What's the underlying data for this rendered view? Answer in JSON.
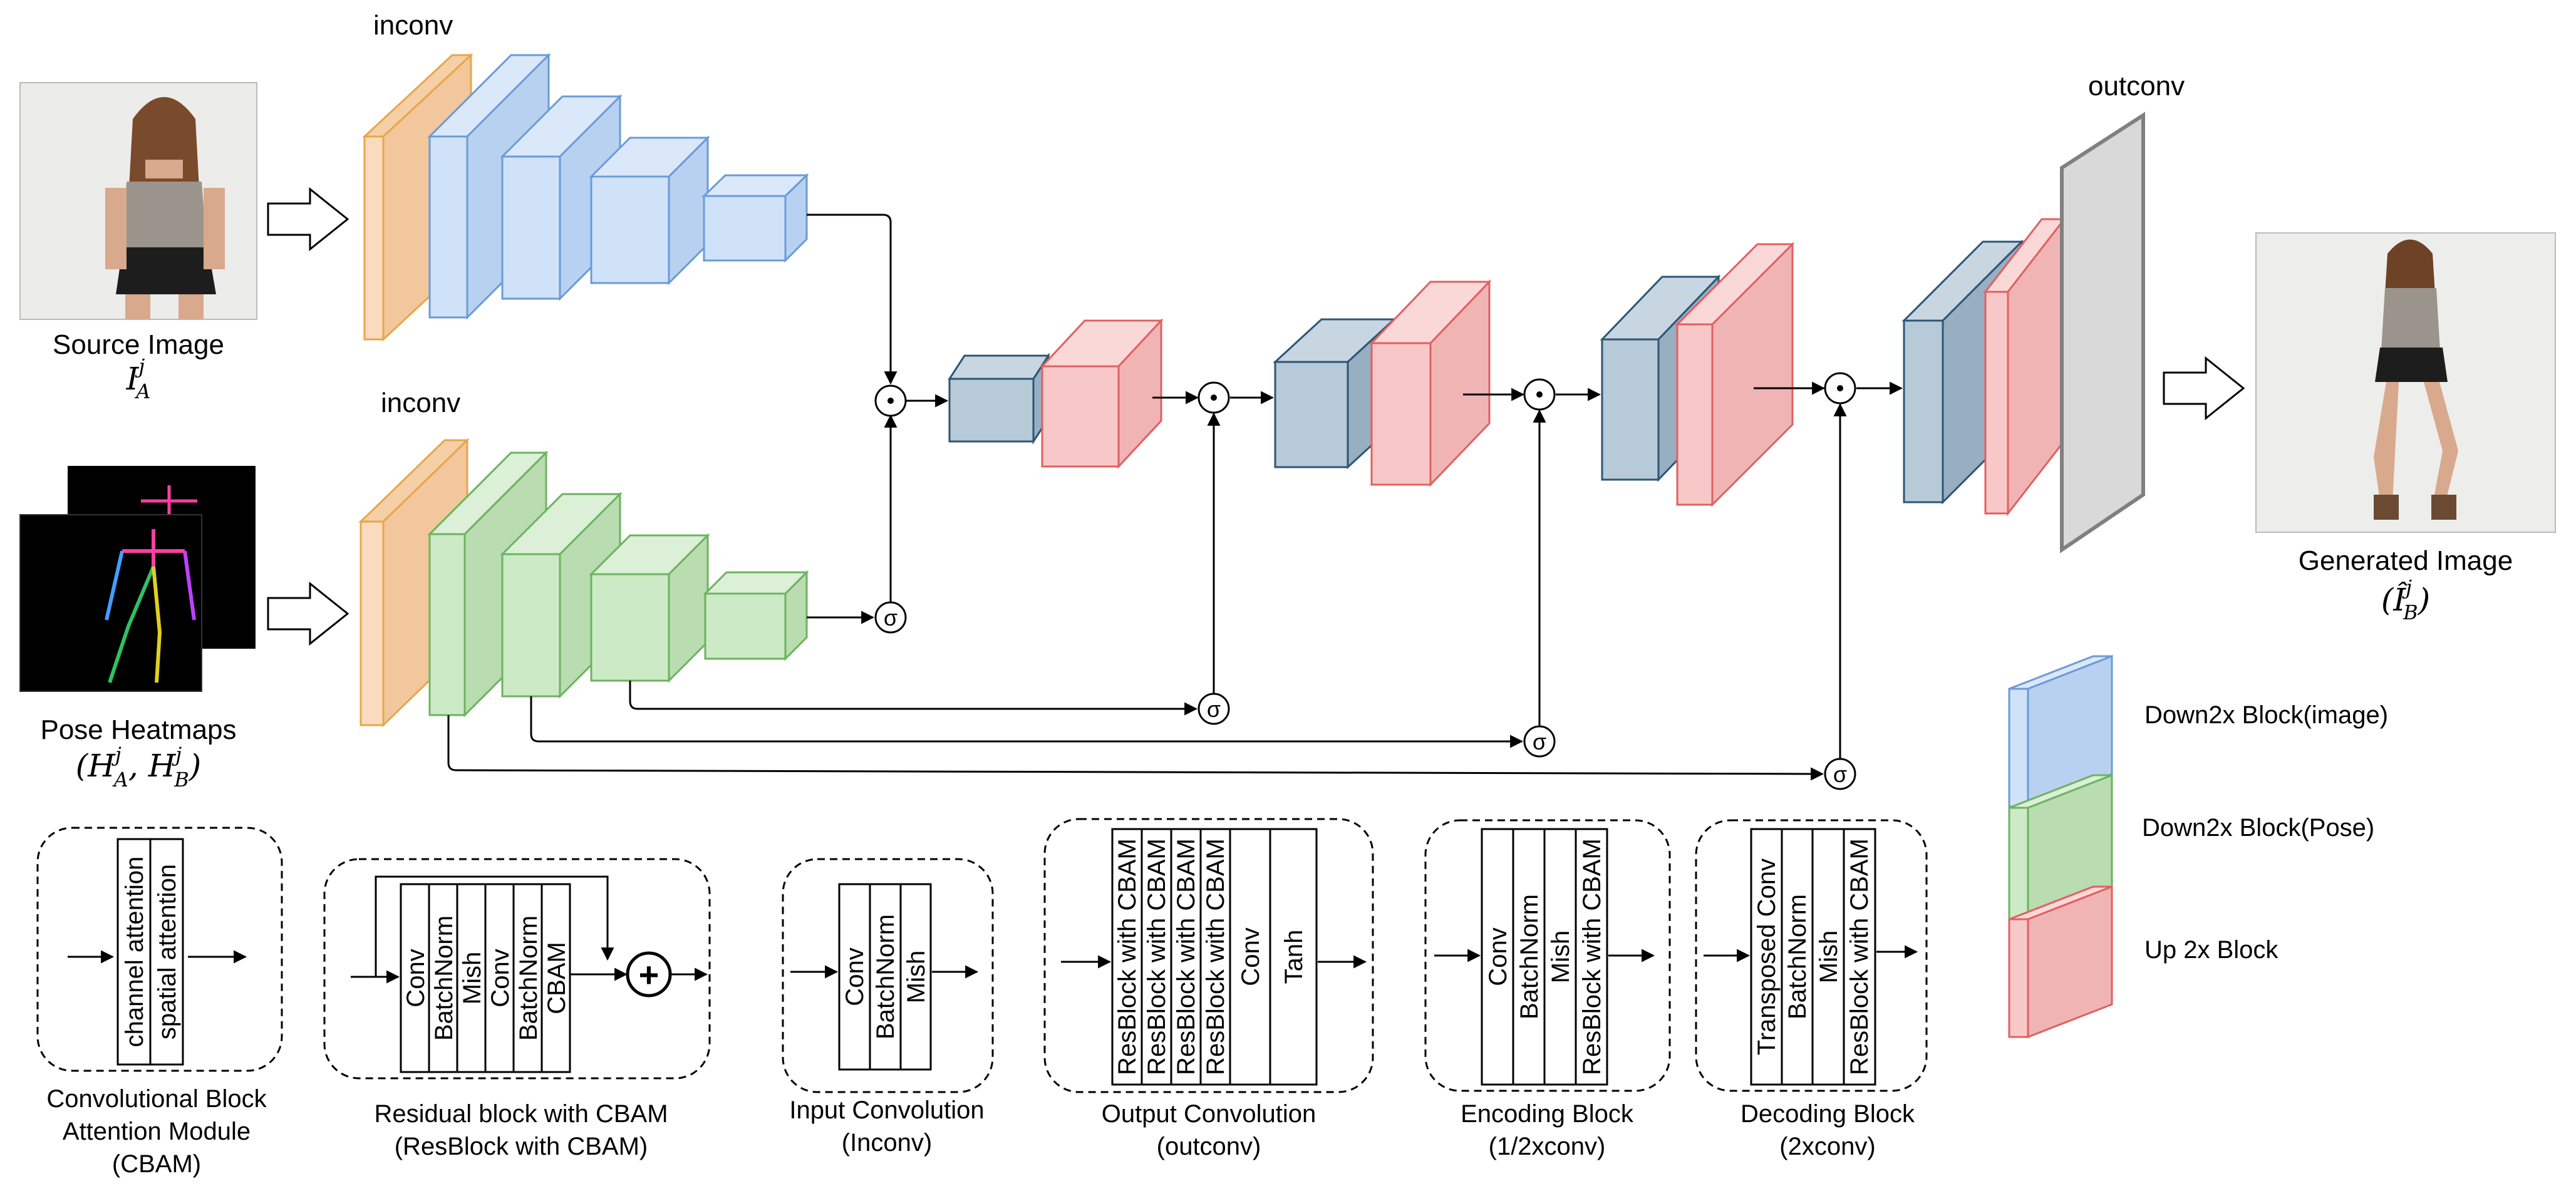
{
  "source_image": {
    "title": "Source Image",
    "symbol": "I",
    "sup": "j",
    "sub": "A"
  },
  "pose_heatmaps": {
    "title": "Pose Heatmaps",
    "formula_open": "(",
    "h1": "H",
    "h1_sup": "j",
    "h1_sub": "A",
    "comma": ", ",
    "h2": "H",
    "h2_sup": "j",
    "h2_sub": "B",
    "formula_close": ")"
  },
  "generated_image": {
    "title": "Generated Image",
    "formula_open": "(",
    "symbol": "Î",
    "sup": "j",
    "sub": "B",
    "formula_close": ")"
  },
  "network": {
    "inconv_top": "inconv",
    "inconv_bottom": "inconv",
    "outconv": "outconv",
    "dot_operator": "⊙",
    "sigma": "σ"
  },
  "legend": {
    "items": [
      {
        "label": "Down2x Block(image)",
        "color": "#c9dcf5",
        "stroke": "#6a9bd8"
      },
      {
        "label": "Down2x Block(Pose)",
        "color": "#c8e6c0",
        "stroke": "#6cb35f"
      },
      {
        "label": "Up 2x Block",
        "color": "#f6c2c2",
        "stroke": "#e06060"
      }
    ]
  },
  "modules": {
    "cbam": {
      "layers": [
        "channel attention",
        "spatial attention"
      ],
      "caption": [
        "Convolutional Block",
        "Attention  Module",
        "(CBAM)"
      ]
    },
    "resblock": {
      "layers": [
        "Conv",
        "BatchNorm",
        "Mish",
        "Conv",
        "BatchNorm",
        "CBAM"
      ],
      "plus": "+",
      "caption": [
        "Residual block with CBAM",
        "(ResBlock with CBAM)"
      ]
    },
    "inconv": {
      "layers": [
        "Conv",
        "BatchNorm",
        "Mish"
      ],
      "caption": [
        "Input Convolution",
        "(Inconv)"
      ]
    },
    "outconv": {
      "layers": [
        "ResBlock with CBAM",
        "ResBlock with CBAM",
        "ResBlock with CBAM",
        "ResBlock with CBAM",
        "Conv",
        "Tanh"
      ],
      "caption": [
        "Output Convolution",
        "(outconv)"
      ]
    },
    "encoding": {
      "layers": [
        "Conv",
        "BatchNorm",
        "Mish",
        "ResBlock with CBAM"
      ],
      "caption": [
        "Encoding Block",
        "(1/2xconv)"
      ]
    },
    "decoding": {
      "layers": [
        "Transposed Conv",
        "BatchNorm",
        "Mish",
        "ResBlock with CBAM"
      ],
      "caption": [
        "Decoding Block",
        "(2xconv)"
      ]
    }
  },
  "colors": {
    "orange": "#f9dcbf",
    "blue": "#cfe2f8",
    "green": "#cdeac6",
    "red": "#f8c8c8",
    "slate": "#b7cad8",
    "gray": "#d9d9d9"
  }
}
